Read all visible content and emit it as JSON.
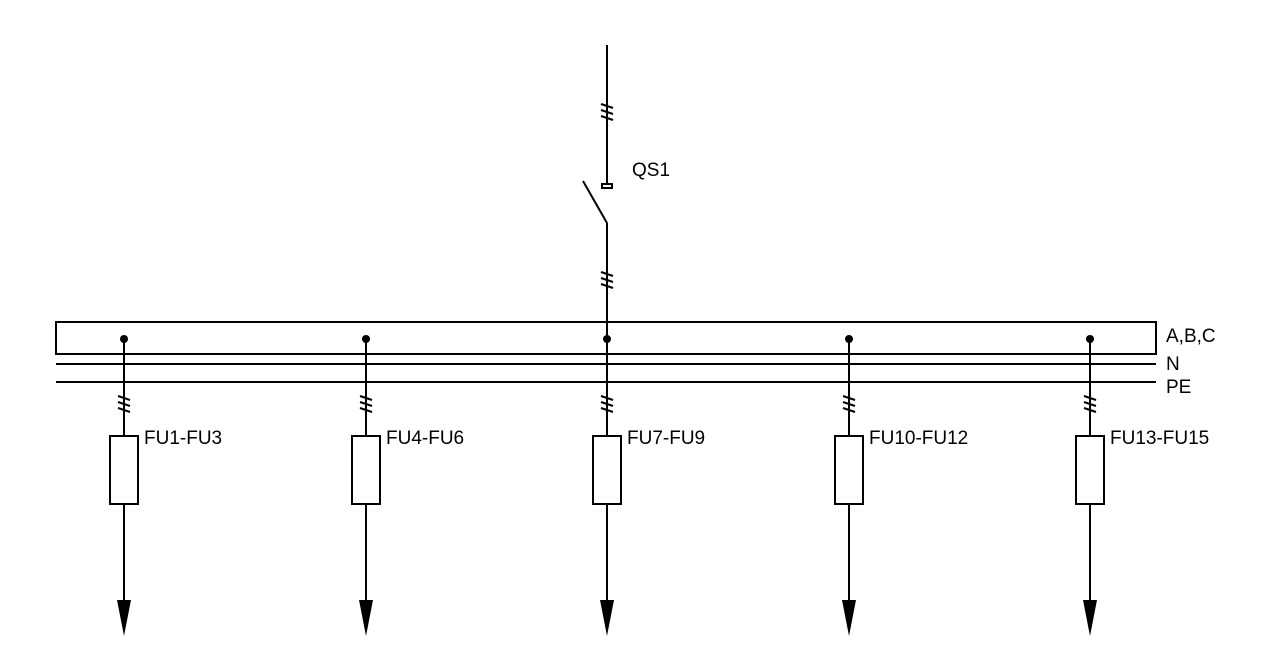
{
  "colors": {
    "line": "#000000",
    "background": "#ffffff"
  },
  "switch": {
    "label": "QS1"
  },
  "bus_labels": {
    "phases": "A,B,C",
    "neutral": "N",
    "protective_earth": "PE"
  },
  "feeders": [
    {
      "fuse_label": "FU1-FU3"
    },
    {
      "fuse_label": "FU4-FU6"
    },
    {
      "fuse_label": "FU7-FU9"
    },
    {
      "fuse_label": "FU10-FU12"
    },
    {
      "fuse_label": "FU13-FU15"
    }
  ]
}
